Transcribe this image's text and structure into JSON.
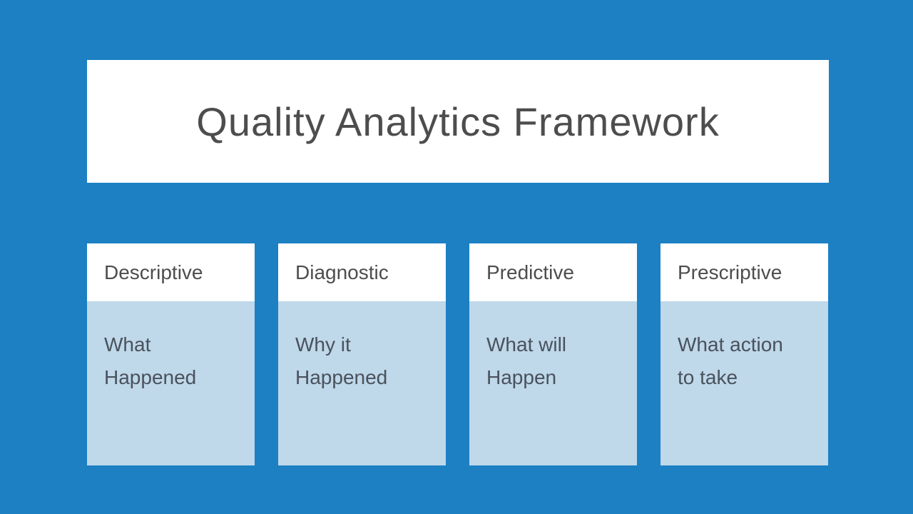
{
  "slide": {
    "title": "Quality Analytics Framework",
    "colors": {
      "background": "#1c80c3",
      "card_body": "#bfd8ea",
      "text": "#4d4d4d"
    },
    "cards": [
      {
        "header": "Descriptive",
        "body": "What\nHappened"
      },
      {
        "header": "Diagnostic",
        "body": "Why it\nHappened"
      },
      {
        "header": "Predictive",
        "body": "What will\nHappen"
      },
      {
        "header": "Prescriptive",
        "body": "What action\nto take"
      }
    ]
  }
}
